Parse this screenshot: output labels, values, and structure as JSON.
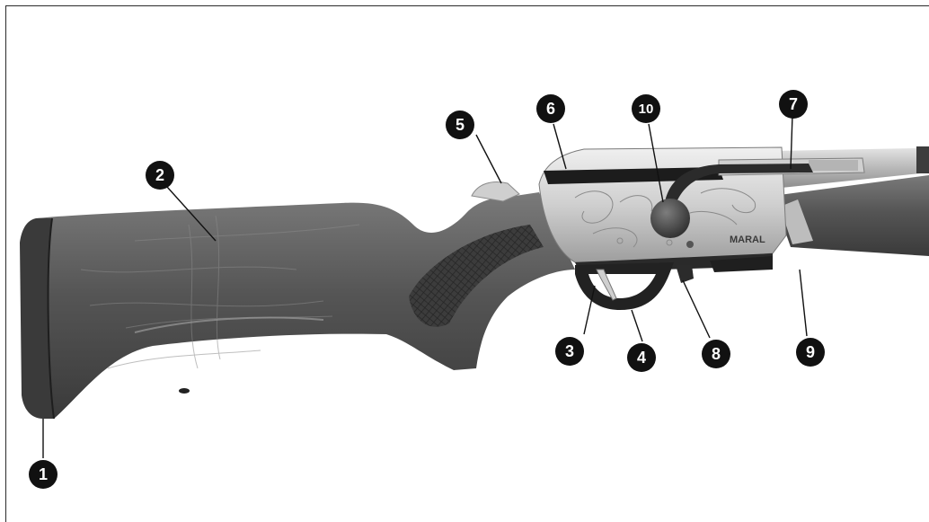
{
  "brand_engraving": "MARAL",
  "callouts": [
    {
      "id": "1",
      "label": "1"
    },
    {
      "id": "2",
      "label": "2"
    },
    {
      "id": "3",
      "label": "3"
    },
    {
      "id": "4",
      "label": "4"
    },
    {
      "id": "5",
      "label": "5"
    },
    {
      "id": "6",
      "label": "6"
    },
    {
      "id": "7",
      "label": "7"
    },
    {
      "id": "8",
      "label": "8"
    },
    {
      "id": "9",
      "label": "9"
    },
    {
      "id": "10",
      "label": "10"
    }
  ],
  "colors": {
    "stock_wood": "#4b4b4b",
    "stock_wood_light": "#6d6d6d",
    "receiver_silver": "#d6d6d6",
    "receiver_shadow": "#a9a9a9",
    "metal_dark": "#2b2b2b",
    "callout_fill": "#111111",
    "callout_text": "#ffffff",
    "frame": "#2a2a2a"
  }
}
